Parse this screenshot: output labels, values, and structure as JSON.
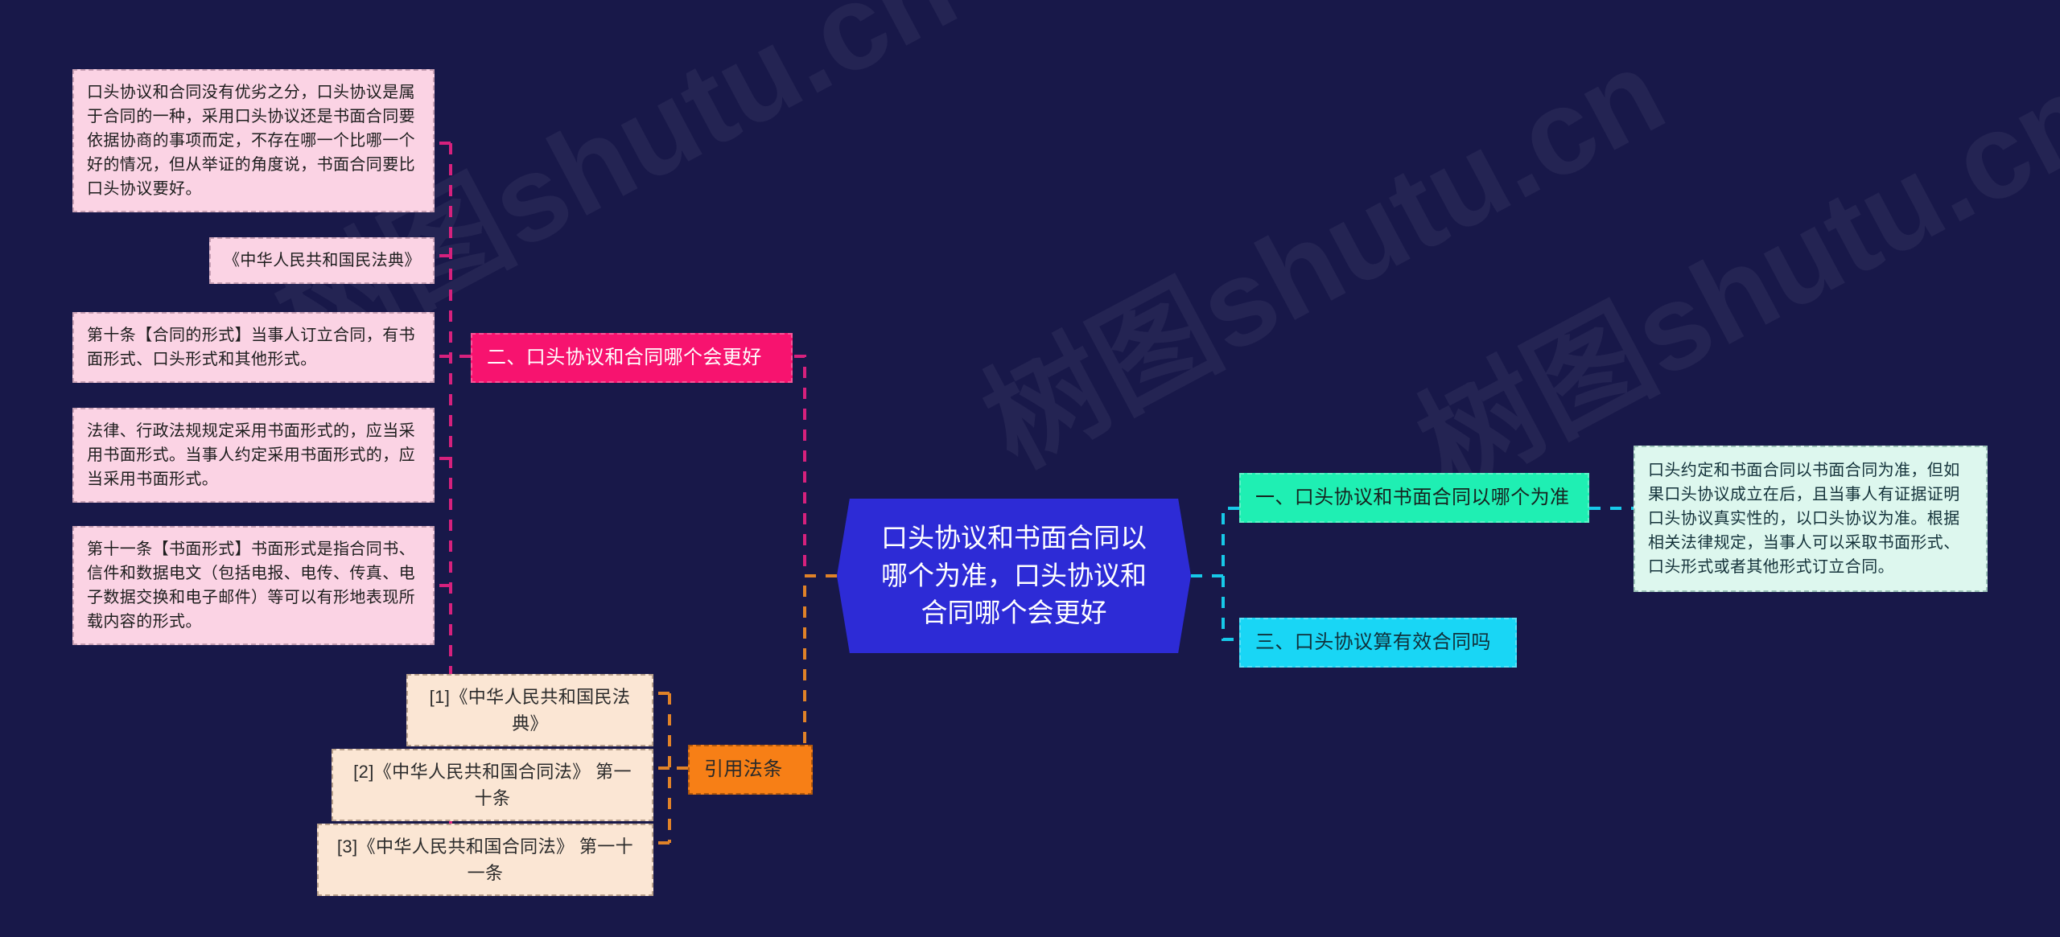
{
  "canvas": {
    "background": "#181849",
    "watermark": "树图shutu.cn"
  },
  "root": {
    "label": "口头协议和书面合同以哪个为准，口头协议和合同哪个会更好",
    "color": "#2d2bd6"
  },
  "branches": {
    "left": {
      "topic": {
        "label": "二、口头协议和合同哪个会更好",
        "color": "#f7136f"
      },
      "notes": [
        {
          "text": "口头协议和合同没有优劣之分，口头协议是属于合同的一种，采用口头协议还是书面合同要依据协商的事项而定，不存在哪一个比哪一个好的情况，但从举证的角度说，书面合同要比口头协议要好。",
          "align": "left"
        },
        {
          "text": "《中华人民共和国民法典》",
          "align": "center"
        },
        {
          "text": "第十条【合同的形式】当事人订立合同，有书面形式、口头形式和其他形式。",
          "align": "left"
        },
        {
          "text": "法律、行政法规规定采用书面形式的，应当采用书面形式。当事人约定采用书面形式的，应当采用书面形式。",
          "align": "left"
        },
        {
          "text": "第十一条【书面形式】书面形式是指合同书、信件和数据电文（包括电报、电传、传真、电子数据交换和电子邮件）等可以有形地表现所载内容的形式。",
          "align": "left"
        }
      ]
    },
    "right": {
      "topics": [
        {
          "label": "一、口头协议和书面合同以哪个为准",
          "color": "#1fefb3"
        },
        {
          "label": "三、口头协议算有效合同吗",
          "color": "#19d6f5"
        }
      ],
      "note": "口头约定和书面合同以书面合同为准，但如果口头协议成立在后，且当事人有证据证明口头协议真实性的，以口头协议为准。根据相关法律规定，当事人可以采取书面形式、口头形式或者其他形式订立合同。"
    },
    "bottom": {
      "topic": {
        "label": "引用法条",
        "color": "#f77f16"
      },
      "references": [
        "[1]《中华人民共和国民法典》",
        "[2]《中华人民共和国合同法》 第一十条",
        "[3]《中华人民共和国合同法》 第一十一条"
      ]
    }
  }
}
